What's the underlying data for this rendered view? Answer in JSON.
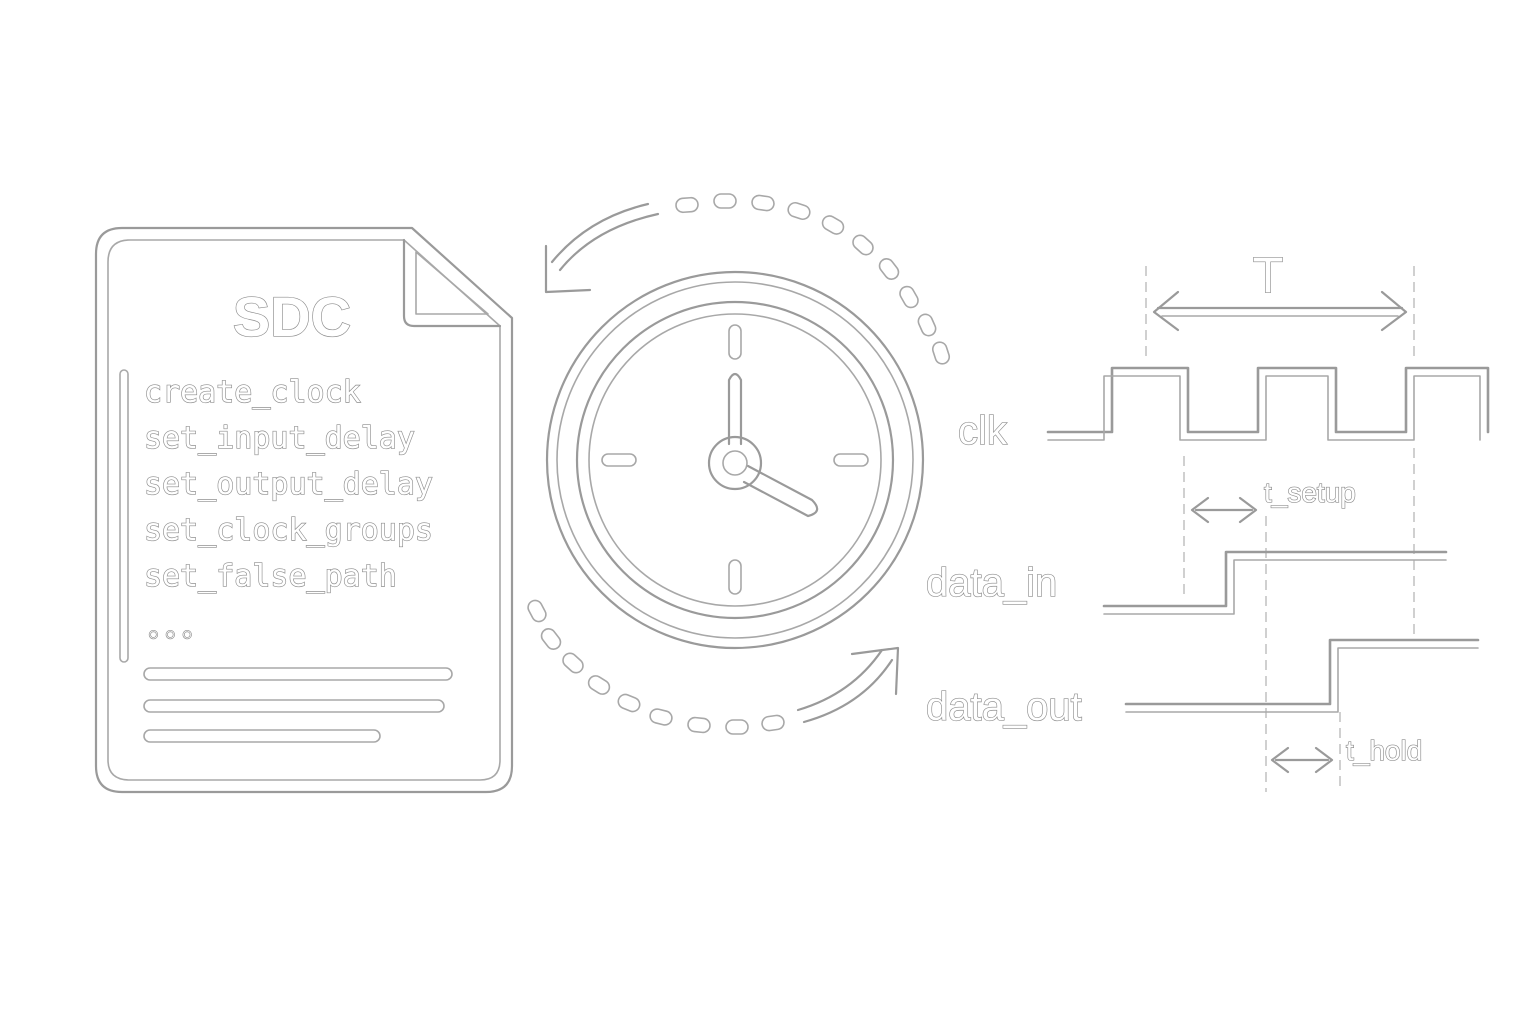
{
  "sdc_file": {
    "title": "SDC",
    "commands": [
      "create_clock",
      "set_input_delay",
      "set_output_delay",
      "set_clock_groups",
      "set_false_path"
    ],
    "ellipsis": "○○○"
  },
  "clock": {
    "icon": "clock-icon",
    "cycle_icon": "cycle-arrows-icon"
  },
  "timing": {
    "period_label": "T",
    "setup_label": "t_setup",
    "hold_label": "t_hold",
    "signals": [
      {
        "name": "clk"
      },
      {
        "name": "data_in"
      },
      {
        "name": "data_out"
      }
    ]
  },
  "colors": {
    "stroke": "#9a9a9a",
    "guide": "#c4c4c4",
    "background": "#ffffff"
  }
}
